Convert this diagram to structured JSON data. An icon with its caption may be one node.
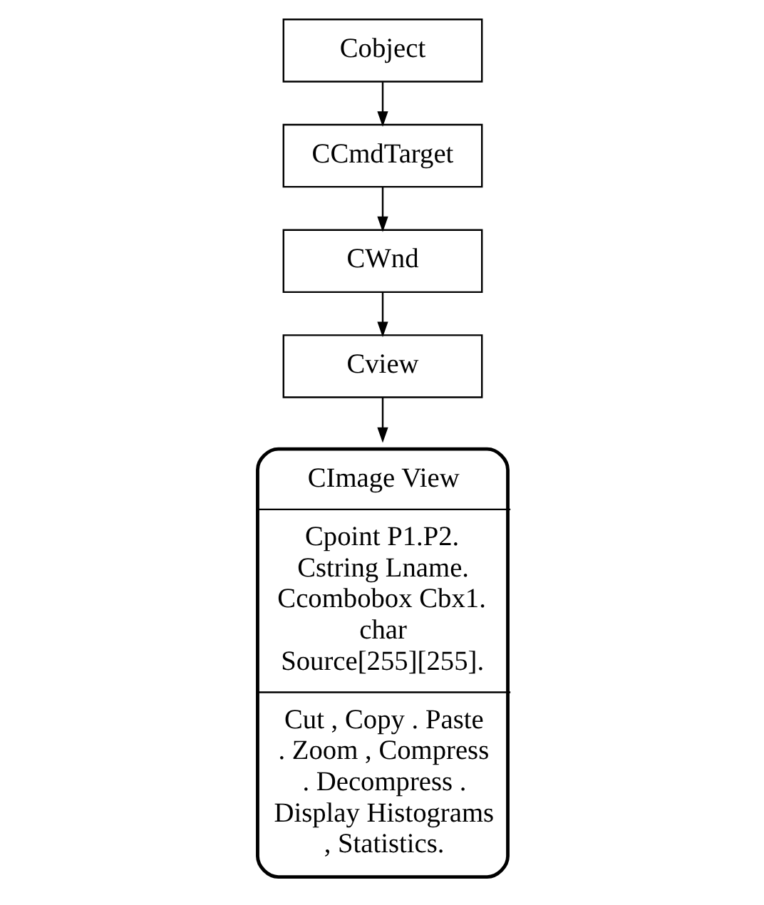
{
  "diagram": {
    "nodes": [
      {
        "text": [
          "Cobject"
        ]
      },
      {
        "text": [
          "CCmdTarget"
        ]
      },
      {
        "text": [
          "CWnd"
        ]
      },
      {
        "text": [
          "Cview"
        ]
      },
      {
        "text": [
          "CImage View",
          "Cpoint P1.P2. Cstring Lname. Ccombobox Cbx1. char Source[255][255].",
          "Cut , Copy . Paste . Zoom , Compress . Decompress . Display Histograms , Statistics."
        ]
      }
    ],
    "edges": [
      {
        "from": 0,
        "to": 1,
        "arrow": "to"
      },
      {
        "from": 1,
        "to": 2,
        "arrow": "to"
      },
      {
        "from": 2,
        "to": 3,
        "arrow": "to"
      },
      {
        "from": 3,
        "to": 4,
        "arrow": "to"
      }
    ]
  }
}
